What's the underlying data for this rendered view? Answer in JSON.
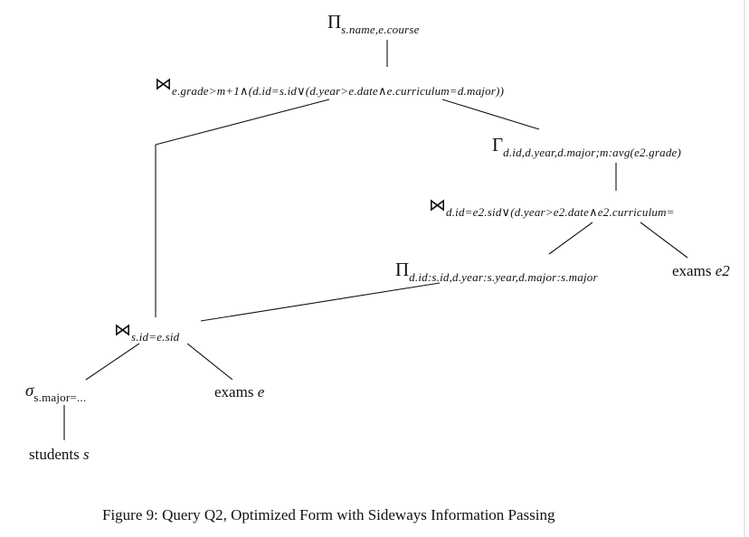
{
  "tree": {
    "root_project": {
      "symbol": "Π",
      "subscript": "s.name,e.course"
    },
    "top_join": {
      "symbol": "⋈",
      "subscript": "e.grade>m+1∧(d.id=s.id∨(d.year>e.date∧e.curriculum=d.major))"
    },
    "groupby": {
      "symbol": "Γ",
      "subscript": "d.id,d.year,d.major;m:avg(e2.grade)"
    },
    "inner_join": {
      "symbol": "⋈",
      "subscript": "d.id=e2.sid∨(d.year>e2.date∧e2.curriculum="
    },
    "rename_project": {
      "symbol": "Π",
      "subscript": "d.id:s.id,d.year:s.year,d.major:s.major"
    },
    "exams_e2": {
      "name": "exams",
      "var": "e2"
    },
    "lower_join": {
      "symbol": "⋈",
      "subscript": "s.id=e.sid"
    },
    "select": {
      "symbol": "σ",
      "subscript": "s.major=..."
    },
    "exams_e": {
      "name": "exams",
      "var": "e"
    },
    "students_s": {
      "name": "students",
      "var": "s"
    }
  },
  "caption": "Figure 9: Query Q2, Optimized Form with Sideways Information Passing"
}
